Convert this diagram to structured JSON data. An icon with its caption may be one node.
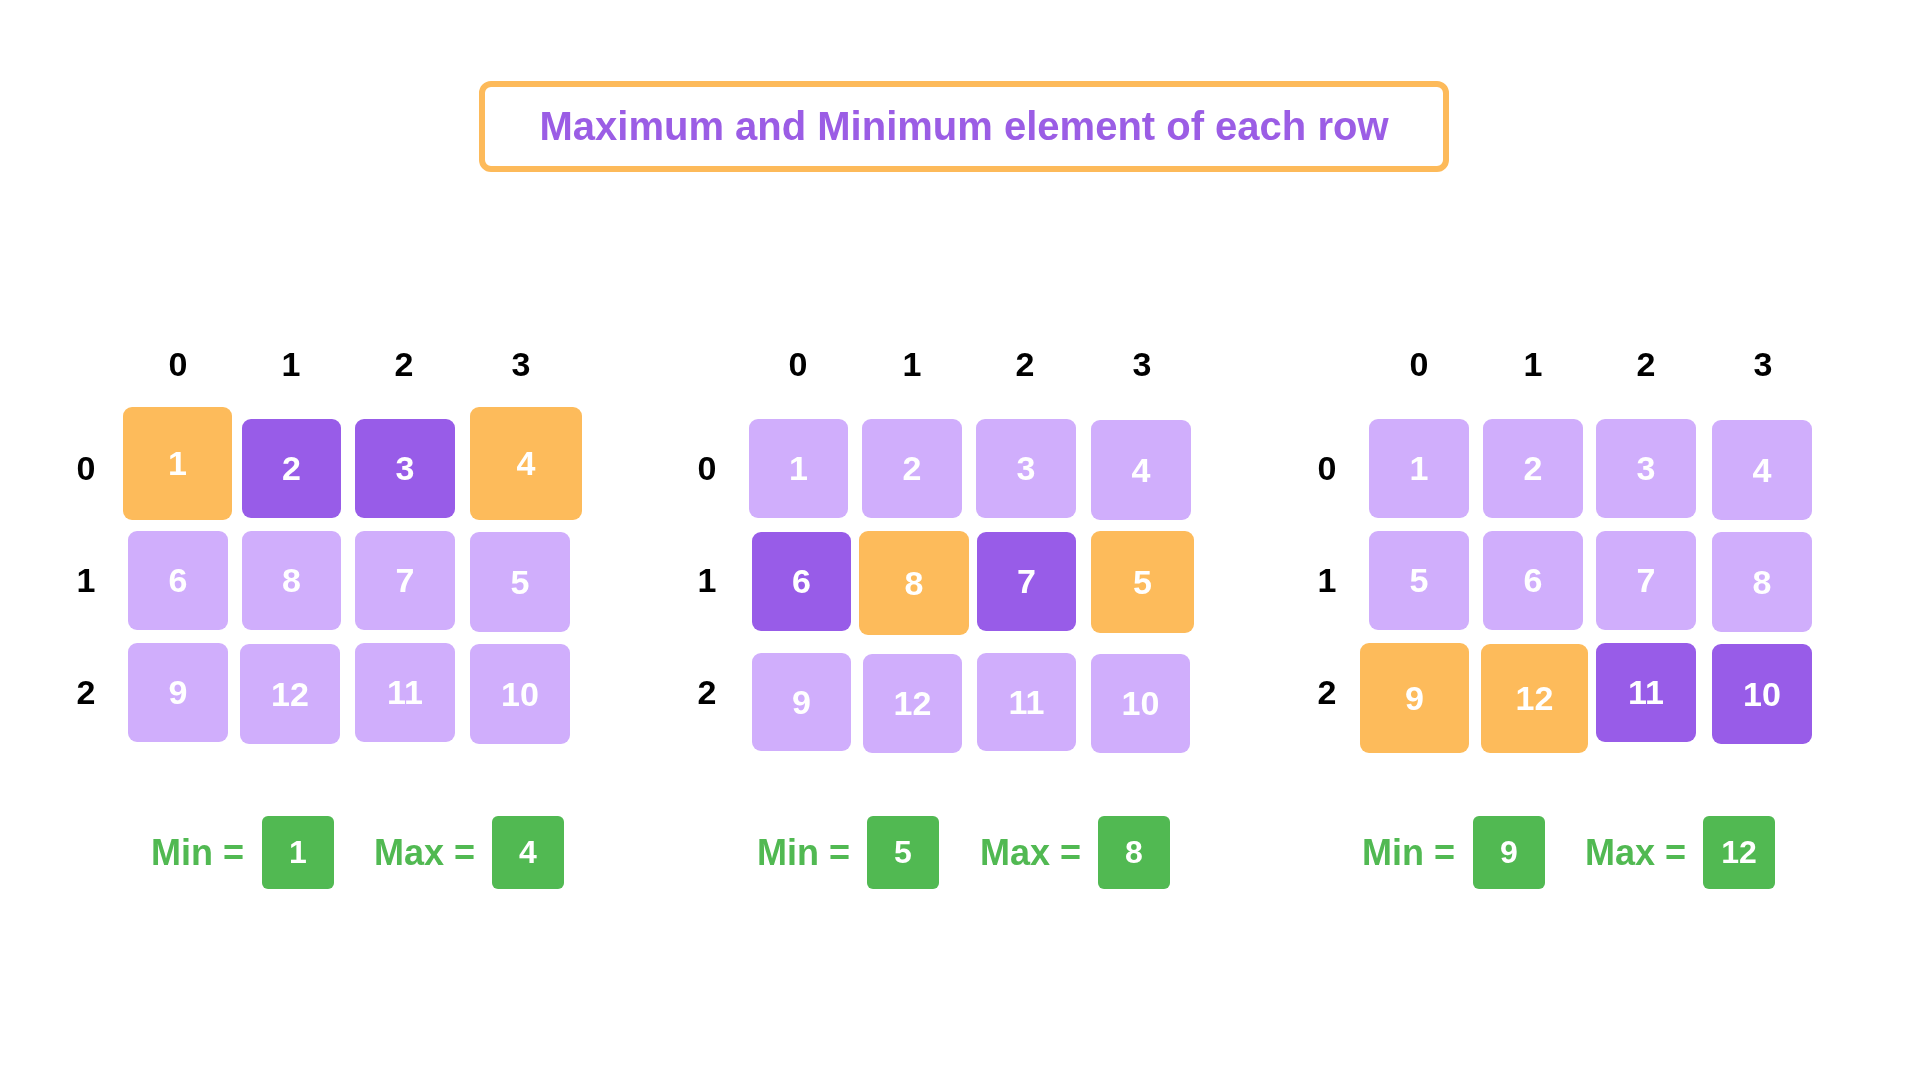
{
  "diagram": {
    "title": "Maximum and Minimum element of each row",
    "nodes": [
      {
        "text": [
          "1"
        ]
      },
      {
        "text": [
          "2"
        ]
      },
      {
        "text": [
          "3"
        ]
      },
      {
        "text": [
          "4"
        ]
      },
      {
        "text": [
          "6"
        ]
      },
      {
        "text": [
          "8"
        ]
      },
      {
        "text": [
          "7"
        ]
      },
      {
        "text": [
          "5"
        ]
      },
      {
        "text": [
          "9"
        ]
      },
      {
        "text": [
          "12"
        ]
      },
      {
        "text": [
          "11"
        ]
      },
      {
        "text": [
          "10"
        ]
      },
      {
        "text": [
          "1"
        ],
        "beside": [
          "Min ="
        ]
      },
      {
        "text": [
          "4"
        ],
        "beside": [
          "Max ="
        ]
      },
      {
        "text": [
          "1"
        ]
      },
      {
        "text": [
          "2"
        ]
      },
      {
        "text": [
          "3"
        ]
      },
      {
        "text": [
          "4"
        ]
      },
      {
        "text": [
          "6"
        ]
      },
      {
        "text": [
          "8"
        ]
      },
      {
        "text": [
          "7"
        ]
      },
      {
        "text": [
          "5"
        ]
      },
      {
        "text": [
          "9"
        ]
      },
      {
        "text": [
          "12"
        ]
      },
      {
        "text": [
          "11"
        ]
      },
      {
        "text": [
          "10"
        ]
      },
      {
        "text": [
          "5"
        ],
        "beside": [
          "Min ="
        ]
      },
      {
        "text": [
          "8"
        ],
        "beside": [
          "Max ="
        ]
      },
      {
        "text": [
          "1"
        ]
      },
      {
        "text": [
          "2"
        ]
      },
      {
        "text": [
          "3"
        ]
      },
      {
        "text": [
          "4"
        ]
      },
      {
        "text": [
          "5"
        ]
      },
      {
        "text": [
          "6"
        ]
      },
      {
        "text": [
          "7"
        ]
      },
      {
        "text": [
          "8"
        ]
      },
      {
        "text": [
          "9"
        ]
      },
      {
        "text": [
          "12"
        ]
      },
      {
        "text": [
          "11"
        ]
      },
      {
        "text": [
          "10"
        ]
      },
      {
        "text": [
          "9"
        ],
        "beside": [
          "Min ="
        ]
      },
      {
        "text": [
          "12"
        ],
        "beside": [
          "Max ="
        ]
      }
    ],
    "labels": [
      "0",
      "1",
      "2",
      "3",
      "0",
      "1",
      "2",
      "0",
      "1",
      "2",
      "3",
      "0",
      "1",
      "2",
      "0",
      "1",
      "2",
      "3",
      "0",
      "1",
      "2"
    ]
  }
}
